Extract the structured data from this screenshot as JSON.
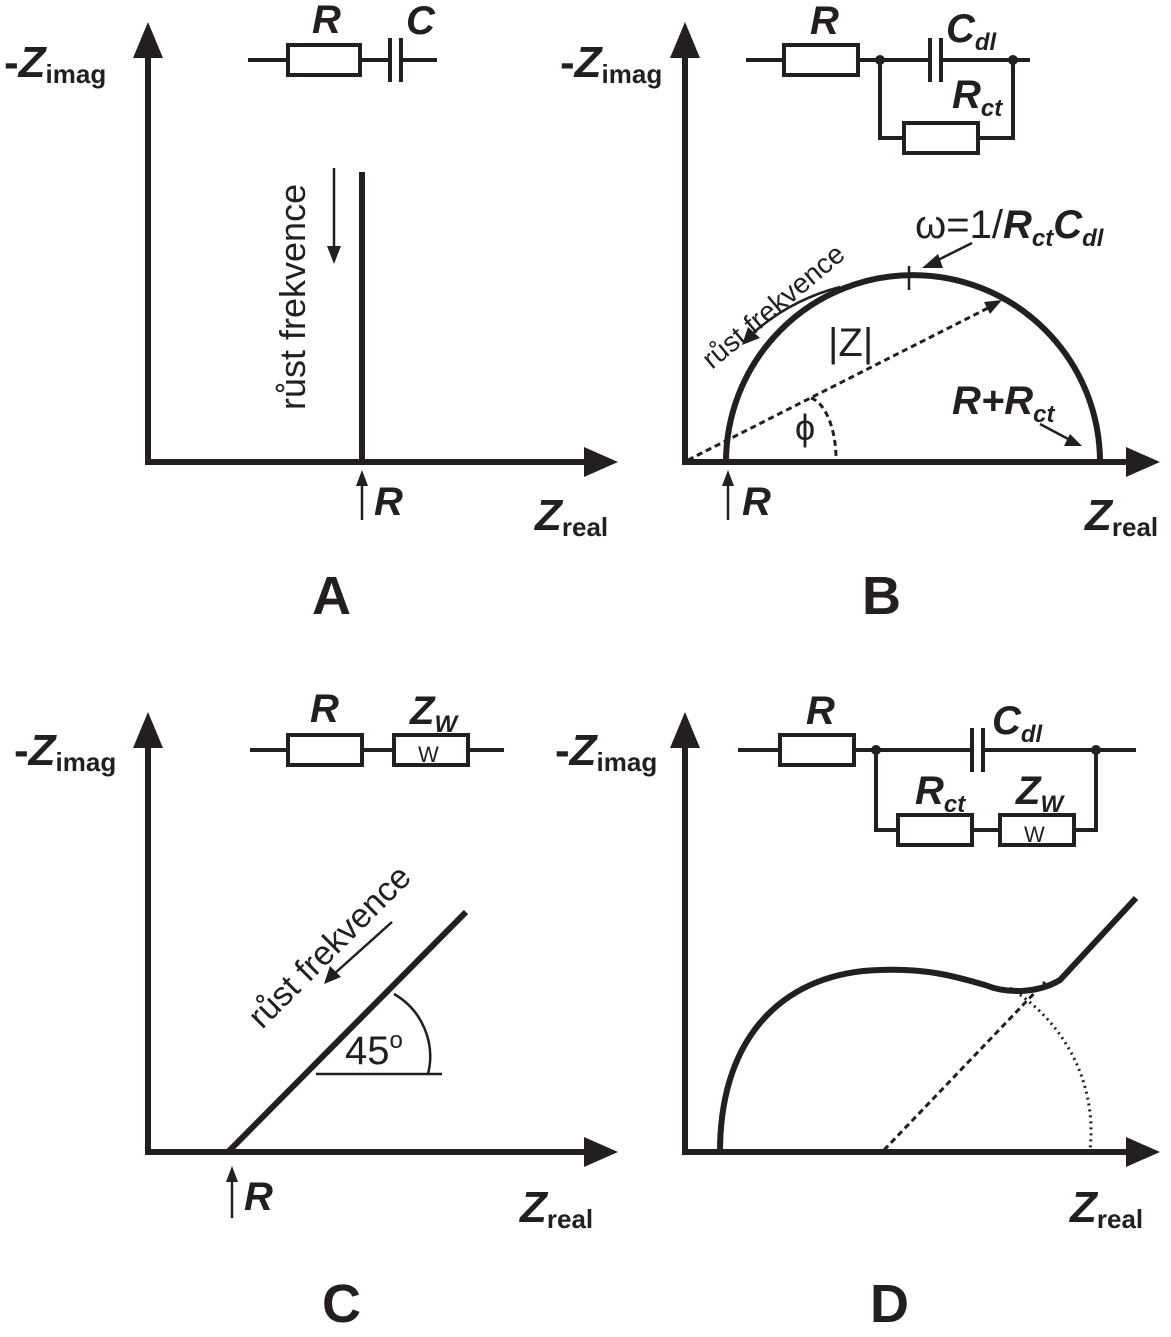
{
  "axes": {
    "y_neg": "-",
    "y_sym": "Z",
    "y_sub": "imag",
    "x_sym": "Z",
    "x_sub": "real"
  },
  "components": {
    "R": "R",
    "C": "C",
    "Cdl_sym": "C",
    "Cdl_sub": "dl",
    "Rct_sym": "R",
    "Rct_sub": "ct",
    "Zw_sym": "Z",
    "Zw_sub": "W",
    "warburg_box": "W"
  },
  "annotations": {
    "freq_growth": "růst frekvence",
    "omega_prefix": "ω=1/",
    "omega_R": "R",
    "omega_ct": "ct",
    "omega_C": "C",
    "omega_dl": "dl",
    "modulus": "|Z|",
    "phase": "ϕ",
    "sum_R": "R+R",
    "sum_ct": "ct",
    "angle": "45",
    "angle_sup": "o",
    "marker_R": "R"
  },
  "panels": {
    "A": "A",
    "B": "B",
    "C": "C",
    "D": "D"
  }
}
